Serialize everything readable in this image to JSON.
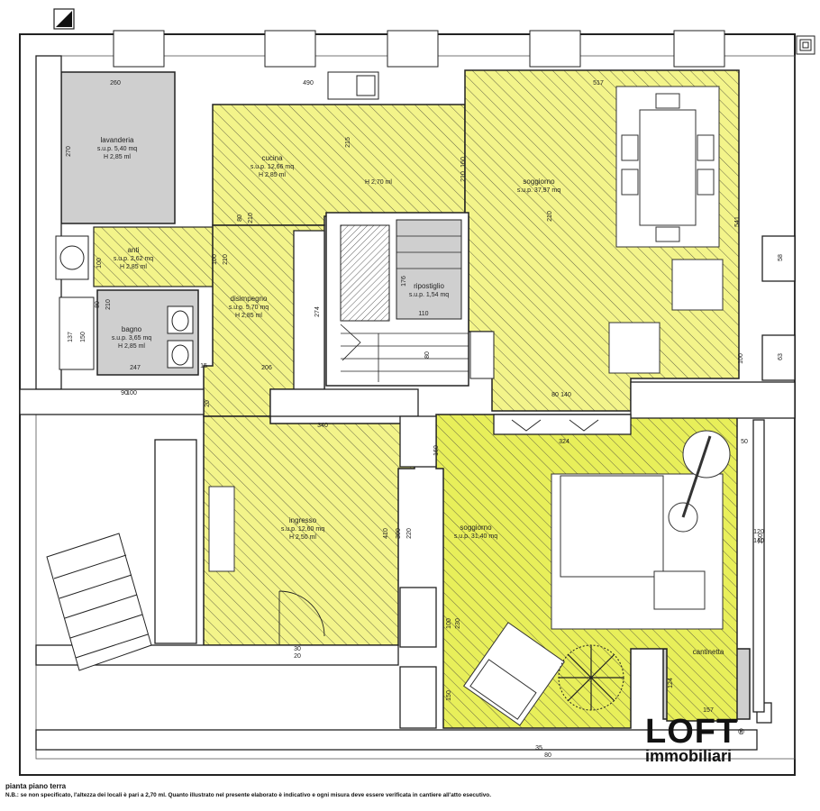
{
  "caption": {
    "title": "pianta piano terra",
    "note": "N.B.: se non specificato, l'altezza dei locali è pari a 2,70 ml. Quanto illustrato nel presente elaborato è indicativo e ogni misura deve essere verificata in cantiere all'atto esecutivo."
  },
  "logo": {
    "top": "LOFT",
    "reg": "®",
    "bottom": "immobiliari"
  },
  "colors": {
    "highlight": "#f3f48a",
    "highlight_alt": "#e8ef5a",
    "service": "#cfcfcf",
    "wall": "#222222",
    "hatch": "#4a4a3a"
  },
  "rooms": [
    {
      "name": "lavanderia",
      "sup": "s.u.p. 5,40 mq",
      "h": "H 2,85 ml"
    },
    {
      "name": "cucina",
      "sup": "s.u.p. 12,66 mq",
      "h": "H 2,85 ml"
    },
    {
      "name": "",
      "sup": "",
      "h": "H 2,70 ml"
    },
    {
      "name": "soggiorno",
      "sup": "s.u.p. 37,97 mq",
      "h": ""
    },
    {
      "name": "anti",
      "sup": "s.u.p. 2,62 mq",
      "h": "H 2,85 ml"
    },
    {
      "name": "disimpegno",
      "sup": "s.u.p. 5,70 mq",
      "h": "H 2,85 ml"
    },
    {
      "name": "ripostiglio",
      "sup": "s.u.p. 1,54 mq",
      "h": ""
    },
    {
      "name": "bagno",
      "sup": "s.u.p. 3,65 mq",
      "h": "H 2,85 ml"
    },
    {
      "name": "ingresso",
      "sup": "s.u.p. 12,60 mq",
      "h": "H 2,50 ml"
    },
    {
      "name": "soggiorno",
      "sup": "s.u.p. 31,40 mq",
      "h": ""
    },
    {
      "name": "cantinetta",
      "sup": "",
      "h": ""
    }
  ],
  "dimensions": [
    "260",
    "490",
    "517",
    "270",
    "215",
    "160",
    "210",
    "80",
    "210",
    "100",
    "210",
    "541",
    "274",
    "176",
    "110",
    "80",
    "210",
    "137",
    "150",
    "247",
    "206",
    "340",
    "324",
    "50",
    "300",
    "220",
    "410",
    "120",
    "140",
    "100",
    "230",
    "150",
    "157",
    "124",
    "35",
    "80",
    "210",
    "80",
    "140",
    "160",
    "80",
    "30",
    "20",
    "58",
    "63",
    "90",
    "100",
    "15",
    "20",
    "100",
    "150",
    "100"
  ]
}
